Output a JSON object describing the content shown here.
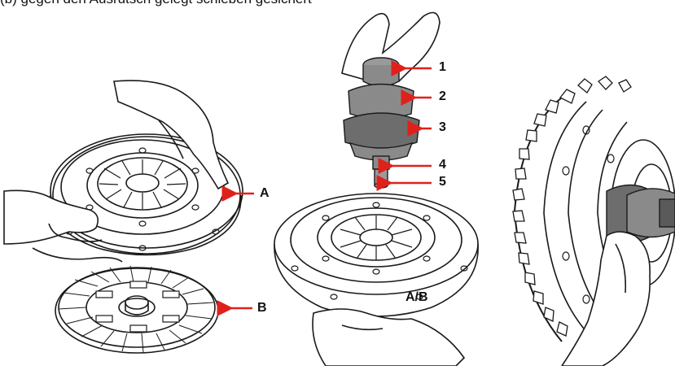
{
  "caption_fragment": "(b) gegen den Ausrutsch gelegt                    schieben                                           gesichert",
  "callouts": {
    "part_1": "1",
    "part_2": "2",
    "part_3": "3",
    "part_4": "4",
    "part_5": "5",
    "label_a": "A",
    "label_b": "B",
    "label_ab": "A/B"
  },
  "colors": {
    "arrow": "#e0211b",
    "line": "#1a1a1a",
    "tool_gray": "#8a8a8a",
    "tool_dark": "#6d6d6d"
  }
}
